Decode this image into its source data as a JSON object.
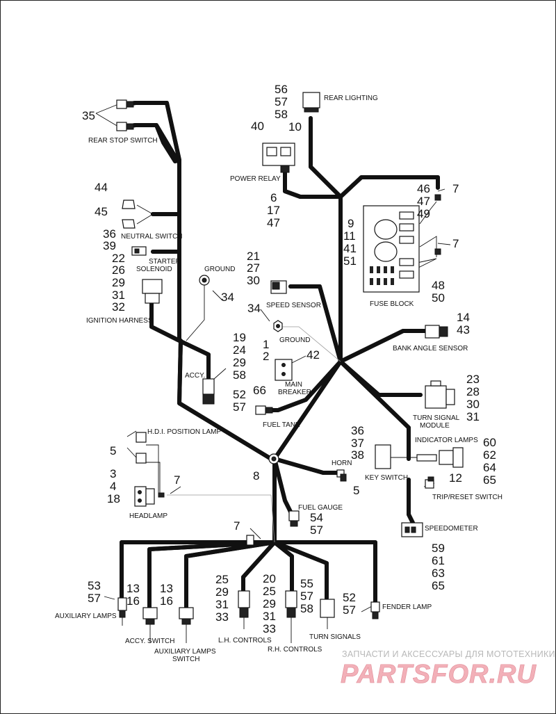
{
  "labels": {
    "rear_stop_switch": "REAR STOP SWITCH",
    "rear_lighting": "REAR LIGHTING",
    "power_relay": "POWER RELAY",
    "neutral_switch": "NEUTRAL SWITCH",
    "starter": "STARTER",
    "solenoid": "SOLENOID",
    "ground_top": "GROUND",
    "ignition_harness": "IGNITION HARNESS",
    "speed_sensor": "SPEED SENSOR",
    "ground_mid": "GROUND",
    "fuse_block": "FUSE BLOCK",
    "bank_angle_sensor": "BANK ANGLE SENSOR",
    "accy": "ACCY.",
    "main": "MAIN",
    "breaker": "BREAKER",
    "fuel_tank": "FUEL TANK",
    "turn_signal": "TURN SIGNAL",
    "module": "MODULE",
    "hdi_position_lamp": "H.D.I. POSITION LAMP",
    "indicator_lamps": "INDICATOR LAMPS",
    "horn": "HORN",
    "key_switch": "KEY SWITCH",
    "trip_reset_switch": "TRIP/RESET SWITCH",
    "headlamp": "HEADLAMP",
    "fuel_gauge": "FUEL GAUGE",
    "speedometer": "SPEEDOMETER",
    "fender_lamp": "FENDER LAMP",
    "auxiliary_lamps": "AUXILIARY LAMPS",
    "accy_switch": "ACCY. SWITCH",
    "auxiliary_lamps_switch_1": "AUXILIARY LAMPS",
    "auxiliary_lamps_switch_2": "SWITCH",
    "lh_controls": "L.H. CONTROLS",
    "rh_controls": "R.H. CONTROLS",
    "turn_signals": "TURN SIGNALS"
  },
  "callouts": {
    "rear_stop_switch": [
      "35"
    ],
    "rear_lighting": [
      "56",
      "57",
      "58"
    ],
    "power_relay_left": [
      "40"
    ],
    "power_relay_right": [
      "10"
    ],
    "power_relay_bottom": [
      "6",
      "17",
      "47"
    ],
    "neutral_switch_top": [
      "44"
    ],
    "neutral_switch_bottom": [
      "45"
    ],
    "starter_solenoid": [
      "36",
      "39"
    ],
    "ignition_harness": [
      "22",
      "26",
      "29",
      "31",
      "32"
    ],
    "ground_top": [
      "34"
    ],
    "fuse_block_left": [
      "9",
      "11",
      "41",
      "51"
    ],
    "fuse_block_top": [
      "46",
      "47",
      "49"
    ],
    "fuse_block_clip_top": [
      "7"
    ],
    "fuse_block_clip_mid": [
      "7"
    ],
    "fuse_block_bottom": [
      "48",
      "50"
    ],
    "speed_sensor": [
      "21",
      "27",
      "30"
    ],
    "ground_mid": [
      "34"
    ],
    "bank_angle_sensor": [
      "14",
      "43"
    ],
    "accy": [
      "19",
      "24",
      "29",
      "58"
    ],
    "main_breaker_left": [
      "1",
      "2"
    ],
    "main_breaker_right": [
      "42"
    ],
    "main_breaker_bottom": [
      "66"
    ],
    "fuel_tank": [
      "52",
      "57"
    ],
    "turn_signal_module": [
      "23",
      "28",
      "30",
      "31"
    ],
    "hdi_position_lamp": [
      "5"
    ],
    "indicator_lamps": [
      "60",
      "62",
      "64",
      "65"
    ],
    "key_switch": [
      "36",
      "37",
      "38"
    ],
    "headlamp": [
      "3",
      "4",
      "18"
    ],
    "headlamp_clip": [
      "7"
    ],
    "junction": [
      "8"
    ],
    "horn": [
      "5"
    ],
    "trip_reset_switch": [
      "12"
    ],
    "fuel_gauge": [
      "54",
      "57"
    ],
    "speedometer": [
      "59",
      "61",
      "63",
      "65"
    ],
    "lower_clip": [
      "7"
    ],
    "auxiliary_lamps": [
      "53",
      "57"
    ],
    "accy_switch": [
      "13",
      "16"
    ],
    "auxiliary_lamps_switch": [
      "13",
      "16"
    ],
    "lh_controls": [
      "25",
      "29",
      "31",
      "33"
    ],
    "rh_controls": [
      "20",
      "25",
      "29",
      "31",
      "33"
    ],
    "turn_signals": [
      "55",
      "57",
      "58"
    ],
    "fender_lamp": [
      "52",
      "57"
    ]
  },
  "watermark": {
    "line1": "ЗАПЧАСТИ И АКСЕССУАРЫ ДЛЯ МОТОТЕХНИКИ",
    "line2": "PARTSFOR.RU"
  }
}
